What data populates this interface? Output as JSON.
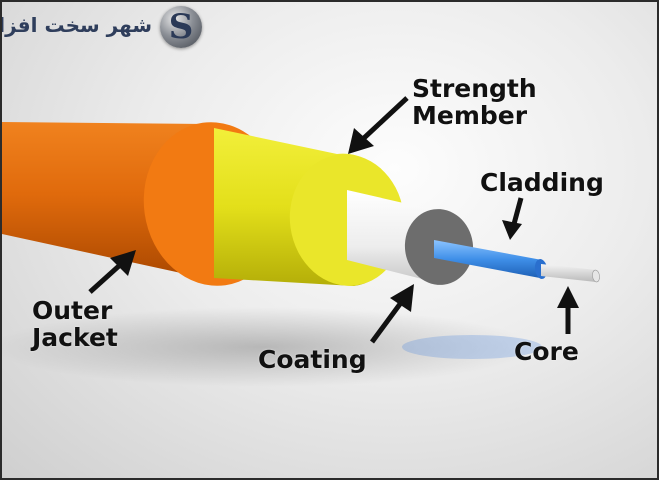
{
  "labels": {
    "strength_line1": "Strength",
    "strength_line2": "Member",
    "cladding": "Cladding",
    "outer_line1": "Outer",
    "outer_line2": "Jacket",
    "coating": "Coating",
    "core": "Core"
  },
  "logo": {
    "text": "شهر سخت افزار",
    "letter": "S"
  },
  "colors": {
    "outer_jacket": "#e8690a",
    "strength_member": "#e6e21c",
    "coating": "#f2f2f2",
    "coating_end": "#6d6d6d",
    "cladding": "#3f8fe8",
    "core": "#d9d9d9",
    "arrow": "#111111"
  }
}
